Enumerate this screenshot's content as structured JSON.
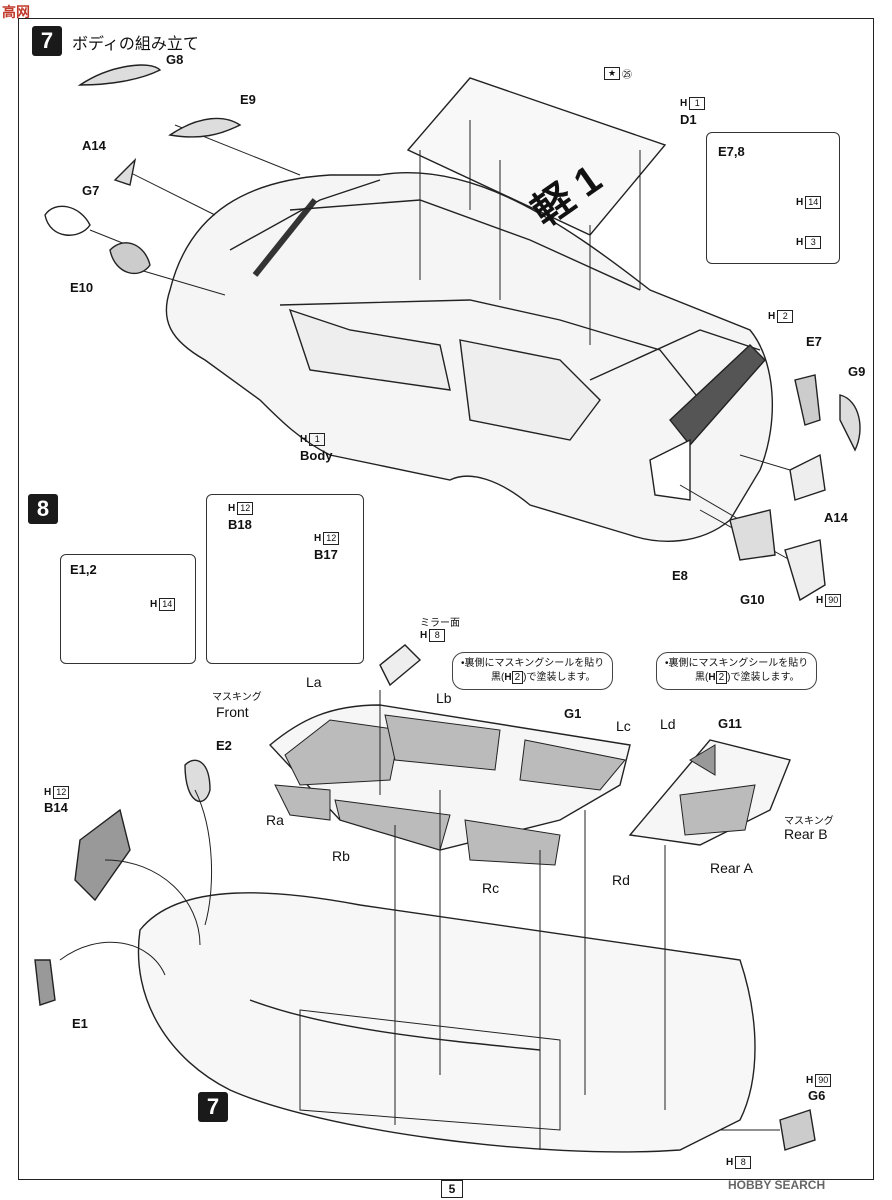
{
  "header": {
    "site_logo": "高网",
    "step7_title": "ボディの組み立て"
  },
  "steps": {
    "seven": "7",
    "eight": "8",
    "seven_bottom": "7"
  },
  "page_number": "5",
  "watermark": "HOBBY SEARCH",
  "decal": {
    "star": "★",
    "number": "㉕",
    "text": "軽 1"
  },
  "parts_top": {
    "g8": "G8",
    "e9": "E9",
    "a14_left": "A14",
    "g7": "G7",
    "e10": "E10",
    "d1": "D1",
    "body": "Body",
    "e7": "E7",
    "g9": "G9",
    "a14_right": "A14",
    "e8": "E8",
    "g10": "G10"
  },
  "paints_top": {
    "d1": {
      "h": "H",
      "n": "1"
    },
    "body": {
      "h": "H",
      "n": "1"
    },
    "h2": {
      "h": "H",
      "n": "2"
    },
    "g10": {
      "h": "H",
      "n": "90"
    }
  },
  "inset_e78": {
    "title": "E7,8",
    "h14": {
      "h": "H",
      "n": "14"
    },
    "h3": {
      "h": "H",
      "n": "3"
    }
  },
  "inset_e12": {
    "title": "E1,2",
    "h14": {
      "h": "H",
      "n": "14"
    }
  },
  "inset_b17": {
    "b18": "B18",
    "b17": "B17",
    "b18_paint": {
      "h": "H",
      "n": "12"
    },
    "b17_paint": {
      "h": "H",
      "n": "12"
    }
  },
  "mirror": {
    "label": "ミラー面",
    "paint": {
      "h": "H",
      "n": "8"
    }
  },
  "note_g1": {
    "line1": "•裏側にマスキングシールを貼り",
    "line2": "黒(",
    "h": "H",
    "n": "2",
    "line3": ")で塗装します。"
  },
  "note_g11": {
    "line1": "•裏側にマスキングシールを貼り",
    "line2": "黒(",
    "h": "H",
    "n": "2",
    "line3": ")で塗装します。"
  },
  "windows": {
    "masking_front": "マスキング",
    "front": "Front",
    "la": "La",
    "lb": "Lb",
    "lc": "Lc",
    "g1": "G1",
    "ra": "Ra",
    "rb": "Rb",
    "rc": "Rc",
    "ld": "Ld",
    "g11": "G11",
    "masking_rear": "マスキング",
    "rear_b": "Rear B",
    "rear_a": "Rear A",
    "rd": "Rd"
  },
  "parts_bottom": {
    "e2": "E2",
    "b14": "B14",
    "e1": "E1",
    "g6": "G6",
    "b14_paint": {
      "h": "H",
      "n": "12"
    },
    "g6_paint": {
      "h": "H",
      "n": "90"
    },
    "h8": {
      "h": "H",
      "n": "8"
    }
  }
}
